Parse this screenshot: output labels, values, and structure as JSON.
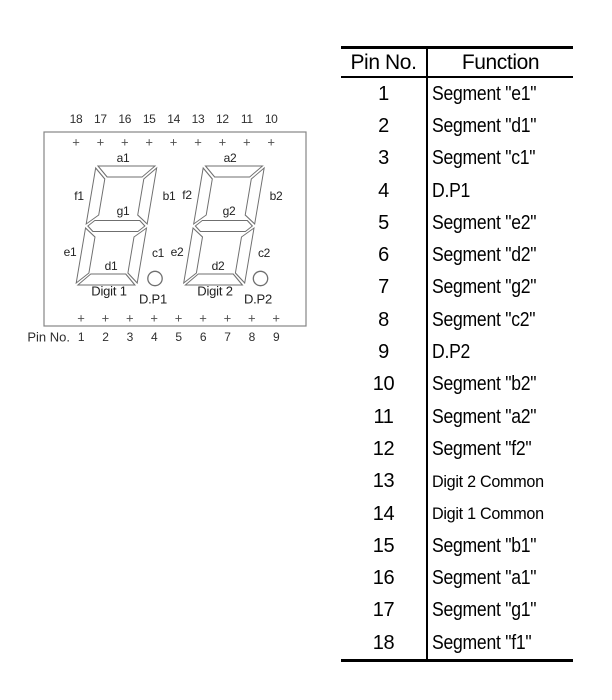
{
  "diagram": {
    "plus_mark": "+",
    "top_pins": [
      "18",
      "17",
      "16",
      "15",
      "14",
      "13",
      "12",
      "11",
      "10"
    ],
    "bottom_pins_label": "Pin No.",
    "bottom_pins": [
      "1",
      "2",
      "3",
      "4",
      "5",
      "6",
      "7",
      "8",
      "9"
    ],
    "digits": [
      {
        "label": "Digit 1",
        "dp_label": "D.P1",
        "segments": {
          "a": "a1",
          "b": "b1",
          "c": "c1",
          "d": "d1",
          "e": "e1",
          "f": "f1",
          "g": "g1"
        }
      },
      {
        "label": "Digit 2",
        "dp_label": "D.P2",
        "segments": {
          "a": "a2",
          "b": "b2",
          "c": "c2",
          "d": "d2",
          "e": "e2",
          "f": "f2",
          "g": "g2"
        }
      }
    ]
  },
  "table": {
    "headers": [
      "Pin No.",
      "Function"
    ],
    "rows": [
      {
        "pin": "1",
        "function": "Segment \"e1\""
      },
      {
        "pin": "2",
        "function": "Segment \"d1\""
      },
      {
        "pin": "3",
        "function": "Segment \"c1\""
      },
      {
        "pin": "4",
        "function": "D.P1"
      },
      {
        "pin": "5",
        "function": "Segment \"e2\""
      },
      {
        "pin": "6",
        "function": "Segment \"d2\""
      },
      {
        "pin": "7",
        "function": "Segment \"g2\""
      },
      {
        "pin": "8",
        "function": "Segment \"c2\""
      },
      {
        "pin": "9",
        "function": "D.P2"
      },
      {
        "pin": "10",
        "function": "Segment \"b2\""
      },
      {
        "pin": "11",
        "function": "Segment \"a2\""
      },
      {
        "pin": "12",
        "function": "Segment \"f2\""
      },
      {
        "pin": "13",
        "function": "Digit 2 Common"
      },
      {
        "pin": "14",
        "function": "Digit 1 Common"
      },
      {
        "pin": "15",
        "function": "Segment \"b1\""
      },
      {
        "pin": "16",
        "function": "Segment \"a1\""
      },
      {
        "pin": "17",
        "function": "Segment \"g1\""
      },
      {
        "pin": "18",
        "function": "Segment \"f1\""
      }
    ]
  },
  "colors": {
    "table_line": "#000000",
    "table_text": "#000000",
    "diagram_line": "#6f6f6f",
    "diagram_text": "#222222",
    "background": "#ffffff"
  }
}
